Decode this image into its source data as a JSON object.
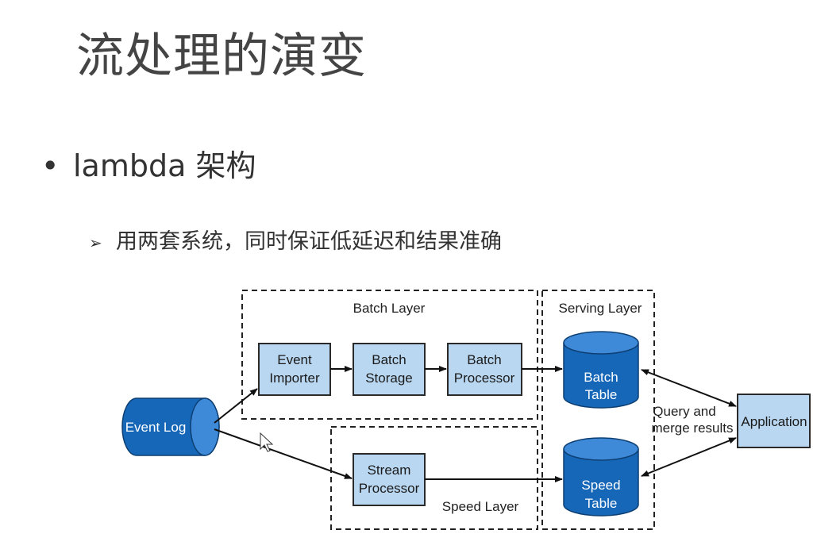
{
  "slide": {
    "title": "流处理的演变",
    "bullet": "lambda 架构",
    "sub_bullet": "用两套系统，同时保证低延迟和结果准确"
  },
  "diagram": {
    "layers": {
      "batch": "Batch Layer",
      "serving": "Serving Layer",
      "speed": "Speed Layer"
    },
    "event_log": "Event Log",
    "event_importer": [
      "Event",
      "Importer"
    ],
    "batch_storage": [
      "Batch",
      "Storage"
    ],
    "batch_processor": [
      "Batch",
      "Processor"
    ],
    "stream_processor": [
      "Stream",
      "Processor"
    ],
    "batch_table": [
      "Batch",
      "Table"
    ],
    "speed_table": [
      "Speed",
      "Table"
    ],
    "application": "Application",
    "query_label": [
      "Query and",
      "merge results"
    ]
  },
  "colors": {
    "box_fill": "#b9d7f0",
    "box_stroke": "#2a2a2a",
    "cylinder_fill": "#1767b8",
    "cylinder_top": "#3f8ad8",
    "dashed": "#222222"
  }
}
